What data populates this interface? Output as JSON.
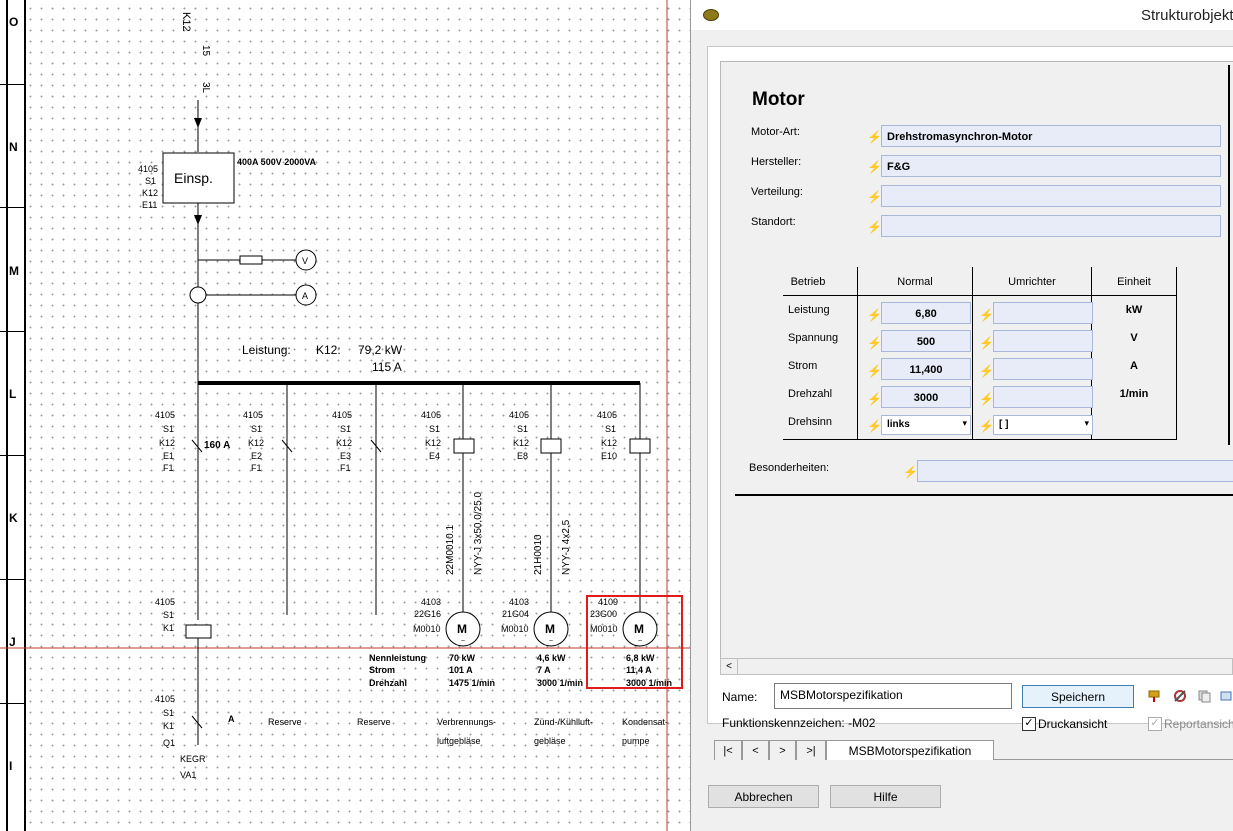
{
  "schematic": {
    "row_labels": [
      "O",
      "N",
      "M",
      "L",
      "K",
      "J",
      "I"
    ],
    "top": {
      "k12": "K12",
      "n15": "15",
      "n3l": "3L"
    },
    "einsp": {
      "ids": [
        "4105",
        "S1",
        "K12",
        "E11"
      ],
      "label": "Einsp.",
      "rating": "400A 500V 2000VA"
    },
    "meters": {
      "v": "V",
      "a": "A"
    },
    "leistung": {
      "label": "Leistung:",
      "tag": "K12:",
      "value": "79,2 kW",
      "current": "115 A"
    },
    "feeders": [
      {
        "ids": [
          "4105",
          "S1",
          "K12",
          "E1",
          "F1"
        ],
        "extra": "160 A"
      },
      {
        "ids": [
          "4105",
          "S1",
          "K12",
          "E2",
          "F1"
        ]
      },
      {
        "ids": [
          "4105",
          "S1",
          "K12",
          "E3",
          "F1"
        ]
      },
      {
        "ids": [
          "4105",
          "S1",
          "K12",
          "E4"
        ]
      },
      {
        "ids": [
          "4105",
          "S1",
          "K12",
          "E8"
        ]
      },
      {
        "ids": [
          "4105",
          "S1",
          "K12",
          "E10"
        ]
      }
    ],
    "cables": [
      {
        "id": "22M0010.1",
        "type": "NYY-J 3x50,0/25,0"
      },
      {
        "id": "21H0010",
        "type": "NYY-J 4x2,5"
      }
    ],
    "motors": [
      {
        "ids": [
          "4103",
          "22G16",
          "M0010"
        ],
        "symbol": "M",
        "sub": "~",
        "power": "70 kW",
        "current": "101 A",
        "speed": "1475 1/min"
      },
      {
        "ids": [
          "4103",
          "21G04",
          "M0010"
        ],
        "symbol": "M",
        "sub": "~",
        "power": "4,6 kW",
        "current": "7 A",
        "speed": "3000 1/min"
      },
      {
        "ids": [
          "4109",
          "23G00",
          "M0010"
        ],
        "symbol": "M",
        "sub": "~",
        "power": "6,8 kW",
        "current": "11,4 A",
        "speed": "3000 1/min"
      }
    ],
    "motor_labels": {
      "power": "Nennleistung",
      "current": "Strom",
      "speed": "Drehzahl"
    },
    "relay_ids": [
      "4105",
      "S1",
      "K1"
    ],
    "bottom_ids": [
      "4105",
      "S1",
      "K1",
      "Q1",
      "KEGR",
      "VA1"
    ],
    "bottom_a": "A",
    "desc": [
      {
        "line1": "Reserve",
        "line2": ""
      },
      {
        "line1": "Reserve",
        "line2": ""
      },
      {
        "line1": "Verbrennungs-",
        "line2": "luftgebläse"
      },
      {
        "line1": "Zünd-/Kühlluft-",
        "line2": "gebläse"
      },
      {
        "line1": "Kondensat-",
        "line2": "pumpe"
      }
    ]
  },
  "dialog": {
    "title": "Strukturobjekt",
    "heading": "Motor",
    "fields": [
      {
        "label": "Motor-Art:",
        "value": "Drehstromasynchron-Motor"
      },
      {
        "label": "Hersteller:",
        "value": "F&G"
      },
      {
        "label": "Verteilung:",
        "value": ""
      },
      {
        "label": "Standort:",
        "value": ""
      }
    ],
    "table": {
      "headers": {
        "betrieb": "Betrieb",
        "normal": "Normal",
        "umrichter": "Umrichter",
        "einheit": "Einheit"
      },
      "rows": [
        {
          "label": "Leistung",
          "normal": "6,80",
          "umrichter": "",
          "unit": "kW"
        },
        {
          "label": "Spannung",
          "normal": "500",
          "umrichter": "",
          "unit": "V"
        },
        {
          "label": "Strom",
          "normal": "11,400",
          "umrichter": "",
          "unit": "A"
        },
        {
          "label": "Drehzahl",
          "normal": "3000",
          "umrichter": "",
          "unit": "1/min"
        },
        {
          "label": "Drehsinn",
          "normal": "links",
          "umrichter": "[ ]",
          "unit": ""
        }
      ]
    },
    "besonderheiten_label": "Besonderheiten:",
    "name_label": "Name:",
    "name_value": "MSBMotorspezifikation",
    "save_label": "Speichern",
    "funktion_label": "Funktionskennzeichen: -M02",
    "druck_label": "Druckansicht",
    "report_label": "Reportansicht",
    "nav": {
      "first": "|<",
      "prev": "<",
      "next": ">",
      "last": ">|",
      "tab": "MSBMotorspezifikation"
    },
    "cancel_label": "Abbrechen",
    "help_label": "Hilfe"
  }
}
